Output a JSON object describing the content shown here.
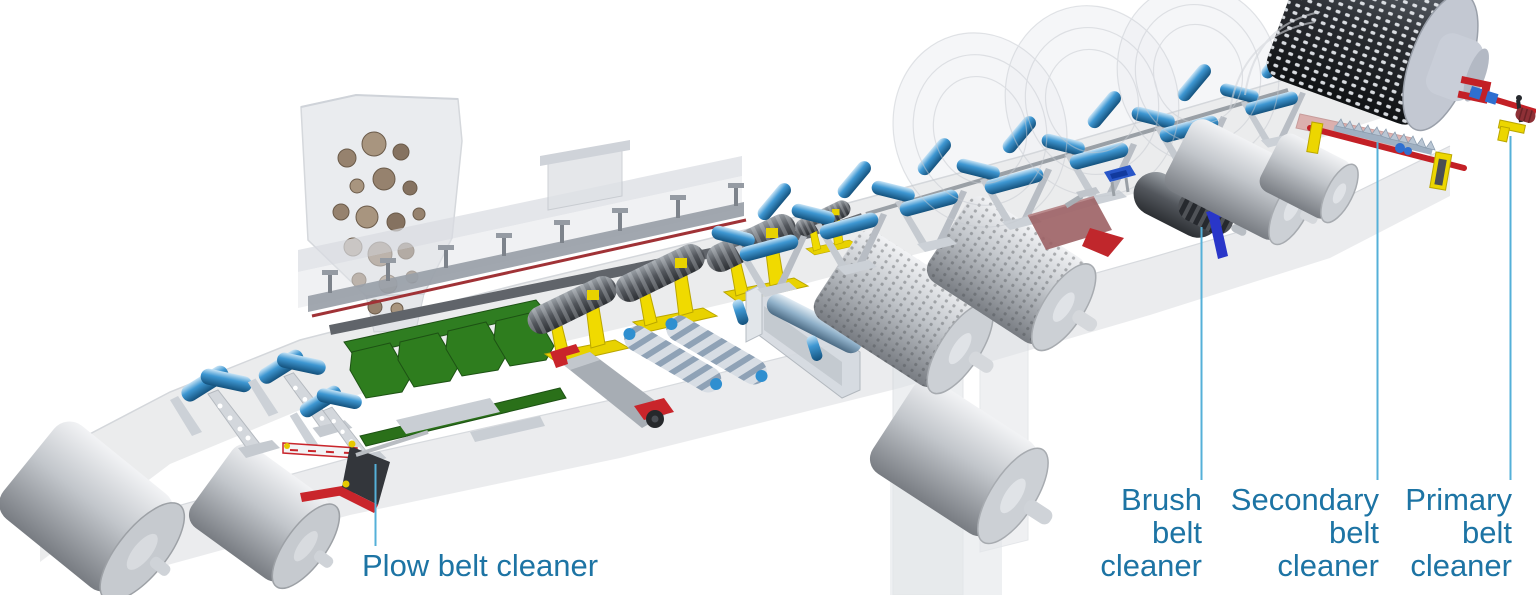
{
  "diagram": {
    "description": "3D cutaway illustration of a belt conveyor system showing positions of belt cleaners",
    "labels": {
      "plow": "Plow belt cleaner",
      "brush": "Brush\nbelt\ncleaner",
      "secondary": "Secondary\nbelt\ncleaner",
      "primary": "Primary\nbelt\ncleaner"
    },
    "colors": {
      "label_text": "#1d74a4",
      "leader_line": "#55b0d8",
      "background": "#ffffff",
      "machine_red": "#c9252b",
      "machine_yellow": "#ecd600",
      "machine_green": "#2e7d1e",
      "roller_blue": "#3e97d2",
      "bracket_blue": "#2936c9",
      "belt_gray": "#e9eaec",
      "drum_gray": "#c2c6cb",
      "pulley_dark": "#26292e",
      "rock_brown": "#96826e",
      "salmon": "#d9a6a4"
    }
  }
}
